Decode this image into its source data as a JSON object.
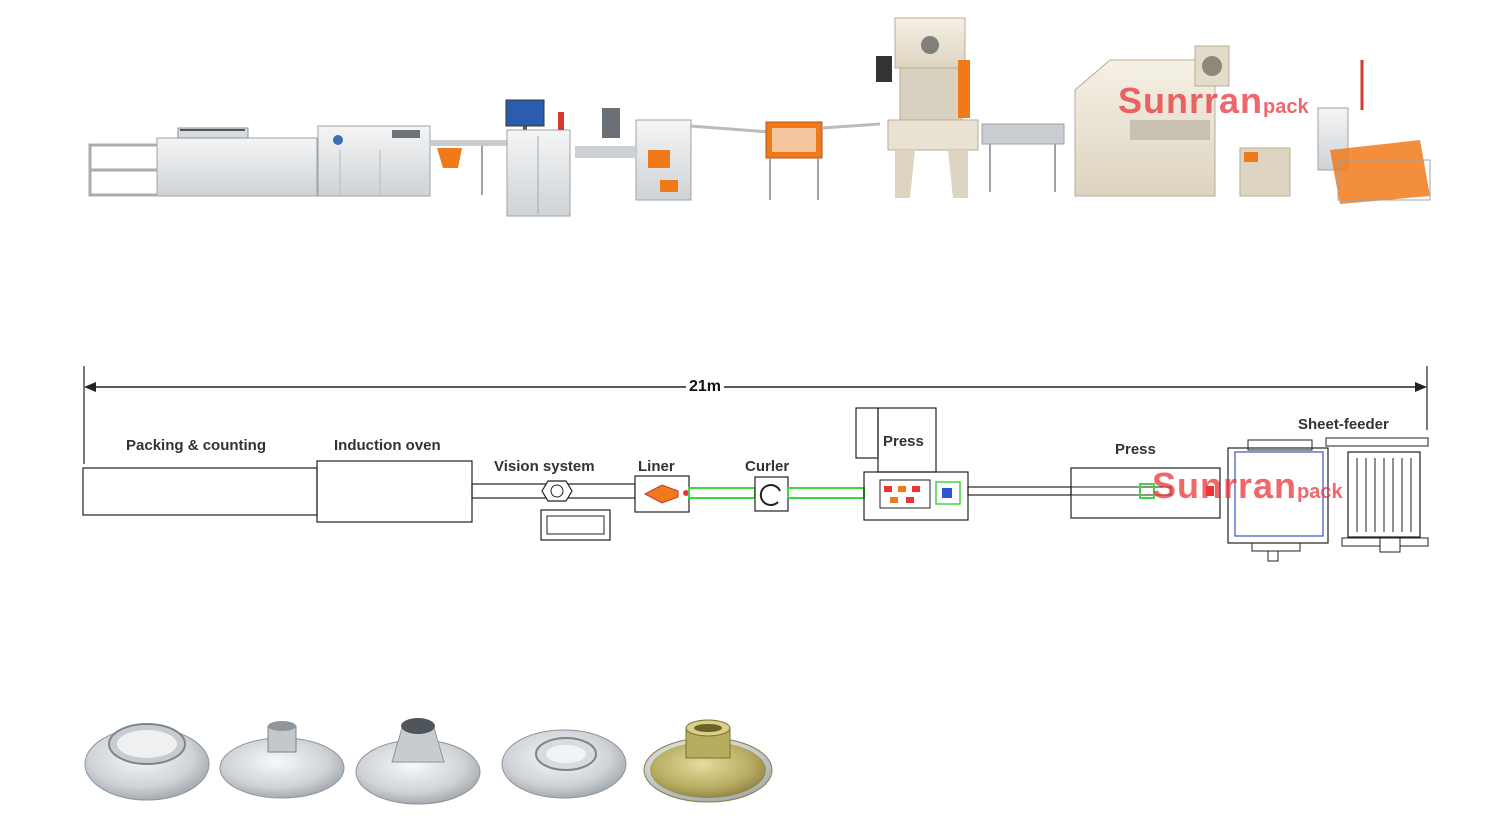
{
  "dimension": {
    "length": "21m"
  },
  "labels": {
    "packing": "Packing & counting",
    "oven": "Induction oven",
    "vision": "Vision system",
    "liner": "Liner",
    "curler": "Curler",
    "press1": "Press",
    "press2": "Press",
    "feeder": "Sheet-feeder"
  },
  "watermark": {
    "brand": "Sunrran",
    "suffix": "pack"
  },
  "colors": {
    "accent_orange": "#f07a1a",
    "conveyor_green": "#3ed63e",
    "watermark_red": "#e8353a",
    "machine_cream": "#ece5d6",
    "metal_light": "#e2e4e6"
  },
  "products": [
    {
      "kind": "open-ring-spout"
    },
    {
      "kind": "threaded-spout"
    },
    {
      "kind": "conical-spout"
    },
    {
      "kind": "flat-ring-spout"
    },
    {
      "kind": "gold-threaded-spout"
    }
  ]
}
